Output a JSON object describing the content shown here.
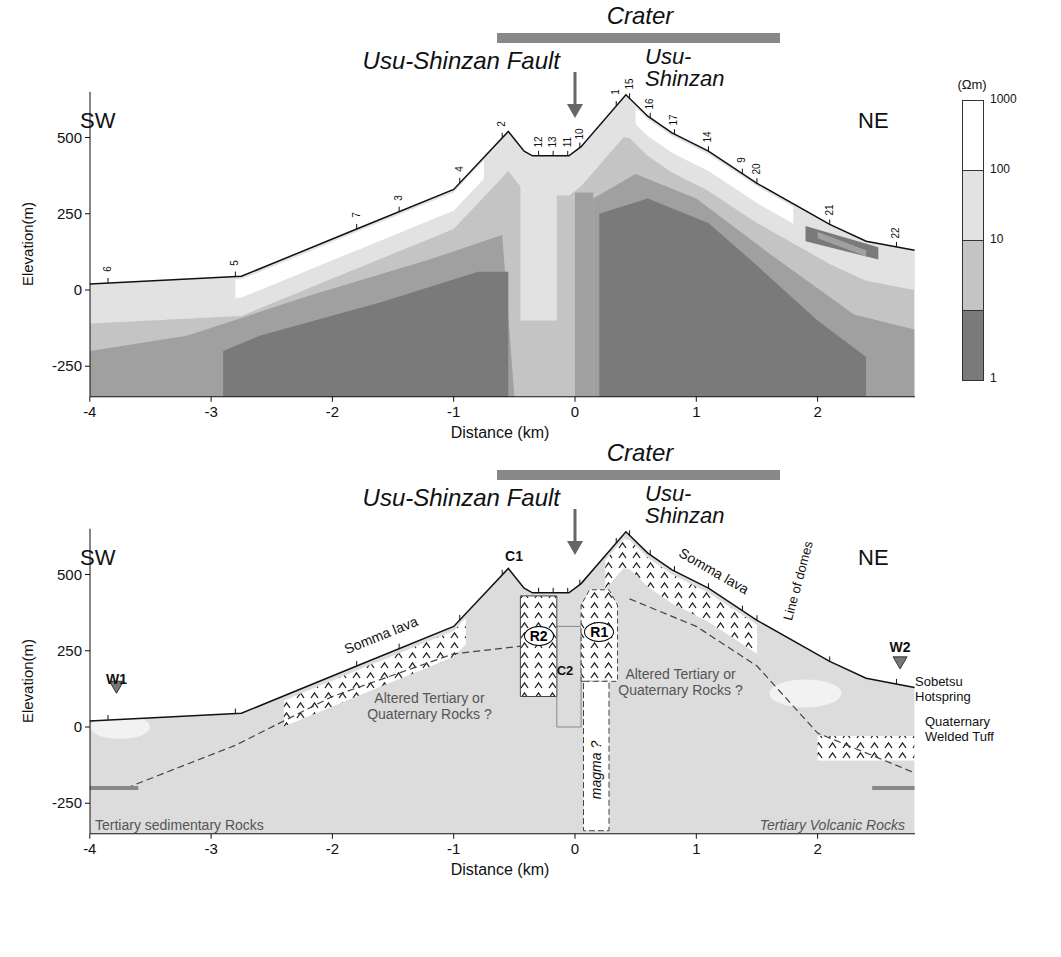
{
  "diagram": {
    "nodes": [
      {
        "text": [
          "R2"
        ]
      },
      {
        "text": [
          "R1"
        ]
      }
    ],
    "labels": [
      "Crater",
      "Usu-Shinzan Fault",
      "Usu- Shinzan",
      "SW",
      "NE",
      "Elevation(m)",
      "500",
      "250",
      "0",
      "-250",
      "-4",
      "-3",
      "-2",
      "-1",
      "0",
      "1",
      "2",
      "Distance (km)",
      "(Ωm)",
      "6",
      "5",
      "7",
      "3",
      "4",
      "2",
      "12",
      "13",
      "11",
      "10",
      "1",
      "15",
      "16",
      "17",
      "14",
      "9",
      "20",
      "21",
      "22",
      "Crater",
      "Usu-Shinzan Fault",
      "Usu- Shinzan",
      "SW",
      "NE",
      "Elevation(m)",
      "500",
      "250",
      "0",
      "-250",
      "-4",
      "-3",
      "-2",
      "-1",
      "0",
      "1",
      "2",
      "Distance (km)",
      "C1",
      "C2",
      "Somma lava",
      "Somma lava",
      "Line of domes",
      "W1",
      "W2",
      "Sobetsu Hotspring",
      "Quaternary Welded Tuff",
      "Altered Tertiary or Quaternary Rocks ?",
      "Altered Tertiary or Quaternary Rocks ?",
      "magma ?",
      "Tertiary sedimentary Rocks",
      "Tertiary Volcanic Rocks"
    ],
    "legend": [
      {
        "text": "1000",
        "color": "#ffffff"
      },
      {
        "text": "100",
        "color": "#e2e2e2"
      },
      {
        "text": "10",
        "color": "#c4c4c4"
      },
      {
        "text": "1",
        "color": "#7a7a7a"
      }
    ]
  }
}
